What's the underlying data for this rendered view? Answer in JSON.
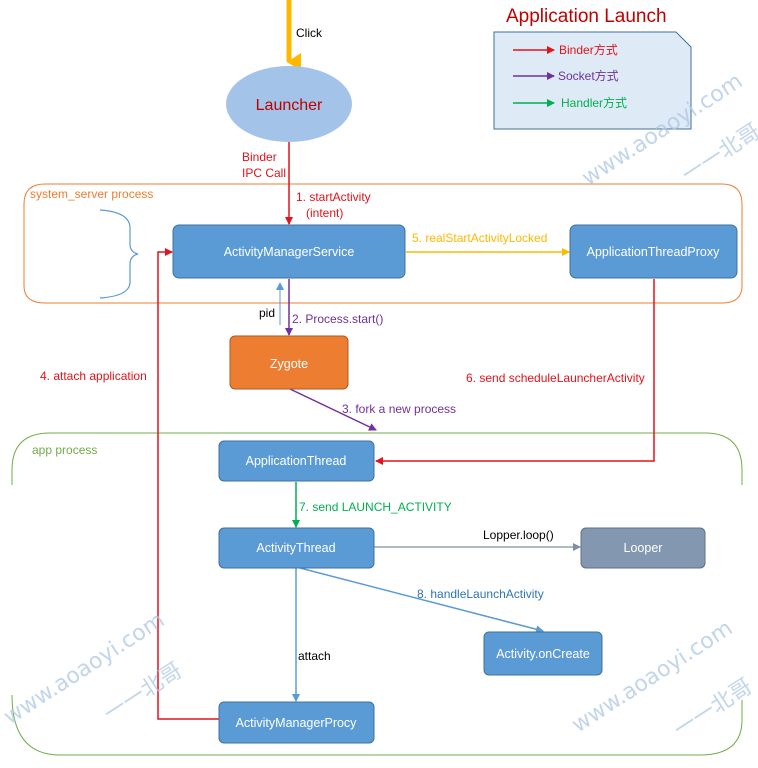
{
  "title": "Application Launch",
  "colors": {
    "binder": "#e3121b",
    "socket": "#7030a0",
    "handler": "#00b050",
    "click": "#ffb800",
    "system_frame": "#ed7d31",
    "app_frame": "#70ad47",
    "node_blue": "#5b9bd5",
    "node_orange": "#ed7d31",
    "node_gray": "#8497b0",
    "launcher_fill": "#a3c4e8",
    "launcher_text": "#c00000",
    "blue_line": "#5b9bd5",
    "gray_line": "#7f8fa6"
  },
  "legend": {
    "binder": "Binder方式",
    "socket": "Socket方式",
    "handler": "Handler方式"
  },
  "launcher": {
    "label": "Launcher",
    "click": "Click",
    "binder_call_1": "Binder",
    "binder_call_2": "IPC Call"
  },
  "frames": {
    "system": "system_server process",
    "app": "app process"
  },
  "nodes": {
    "ams": "ActivityManagerService",
    "atp": "ApplicationThreadProxy",
    "zygote": "Zygote",
    "app_thread": "ApplicationThread",
    "activity_thread": "ActivityThread",
    "looper": "Looper",
    "on_create": "Activity.onCreate",
    "amp": "ActivityManagerProcy"
  },
  "edges": {
    "e1": "1. startActivity",
    "e1b": "(intent)",
    "e2": "2. Process.start()",
    "pid": "pid",
    "e3": "3. fork a new process",
    "e4": "4. attach application",
    "e5": "5. realStartActivityLocked",
    "e6": "6. send scheduleLauncherActivity",
    "e7": "7. send LAUNCH_ACTIVITY",
    "loop": "Lopper.loop()",
    "e8": "8. handleLaunchActivity",
    "attach": "attach"
  },
  "watermark": {
    "site": "www.aoaoyi.com",
    "author": "一一北哥"
  }
}
